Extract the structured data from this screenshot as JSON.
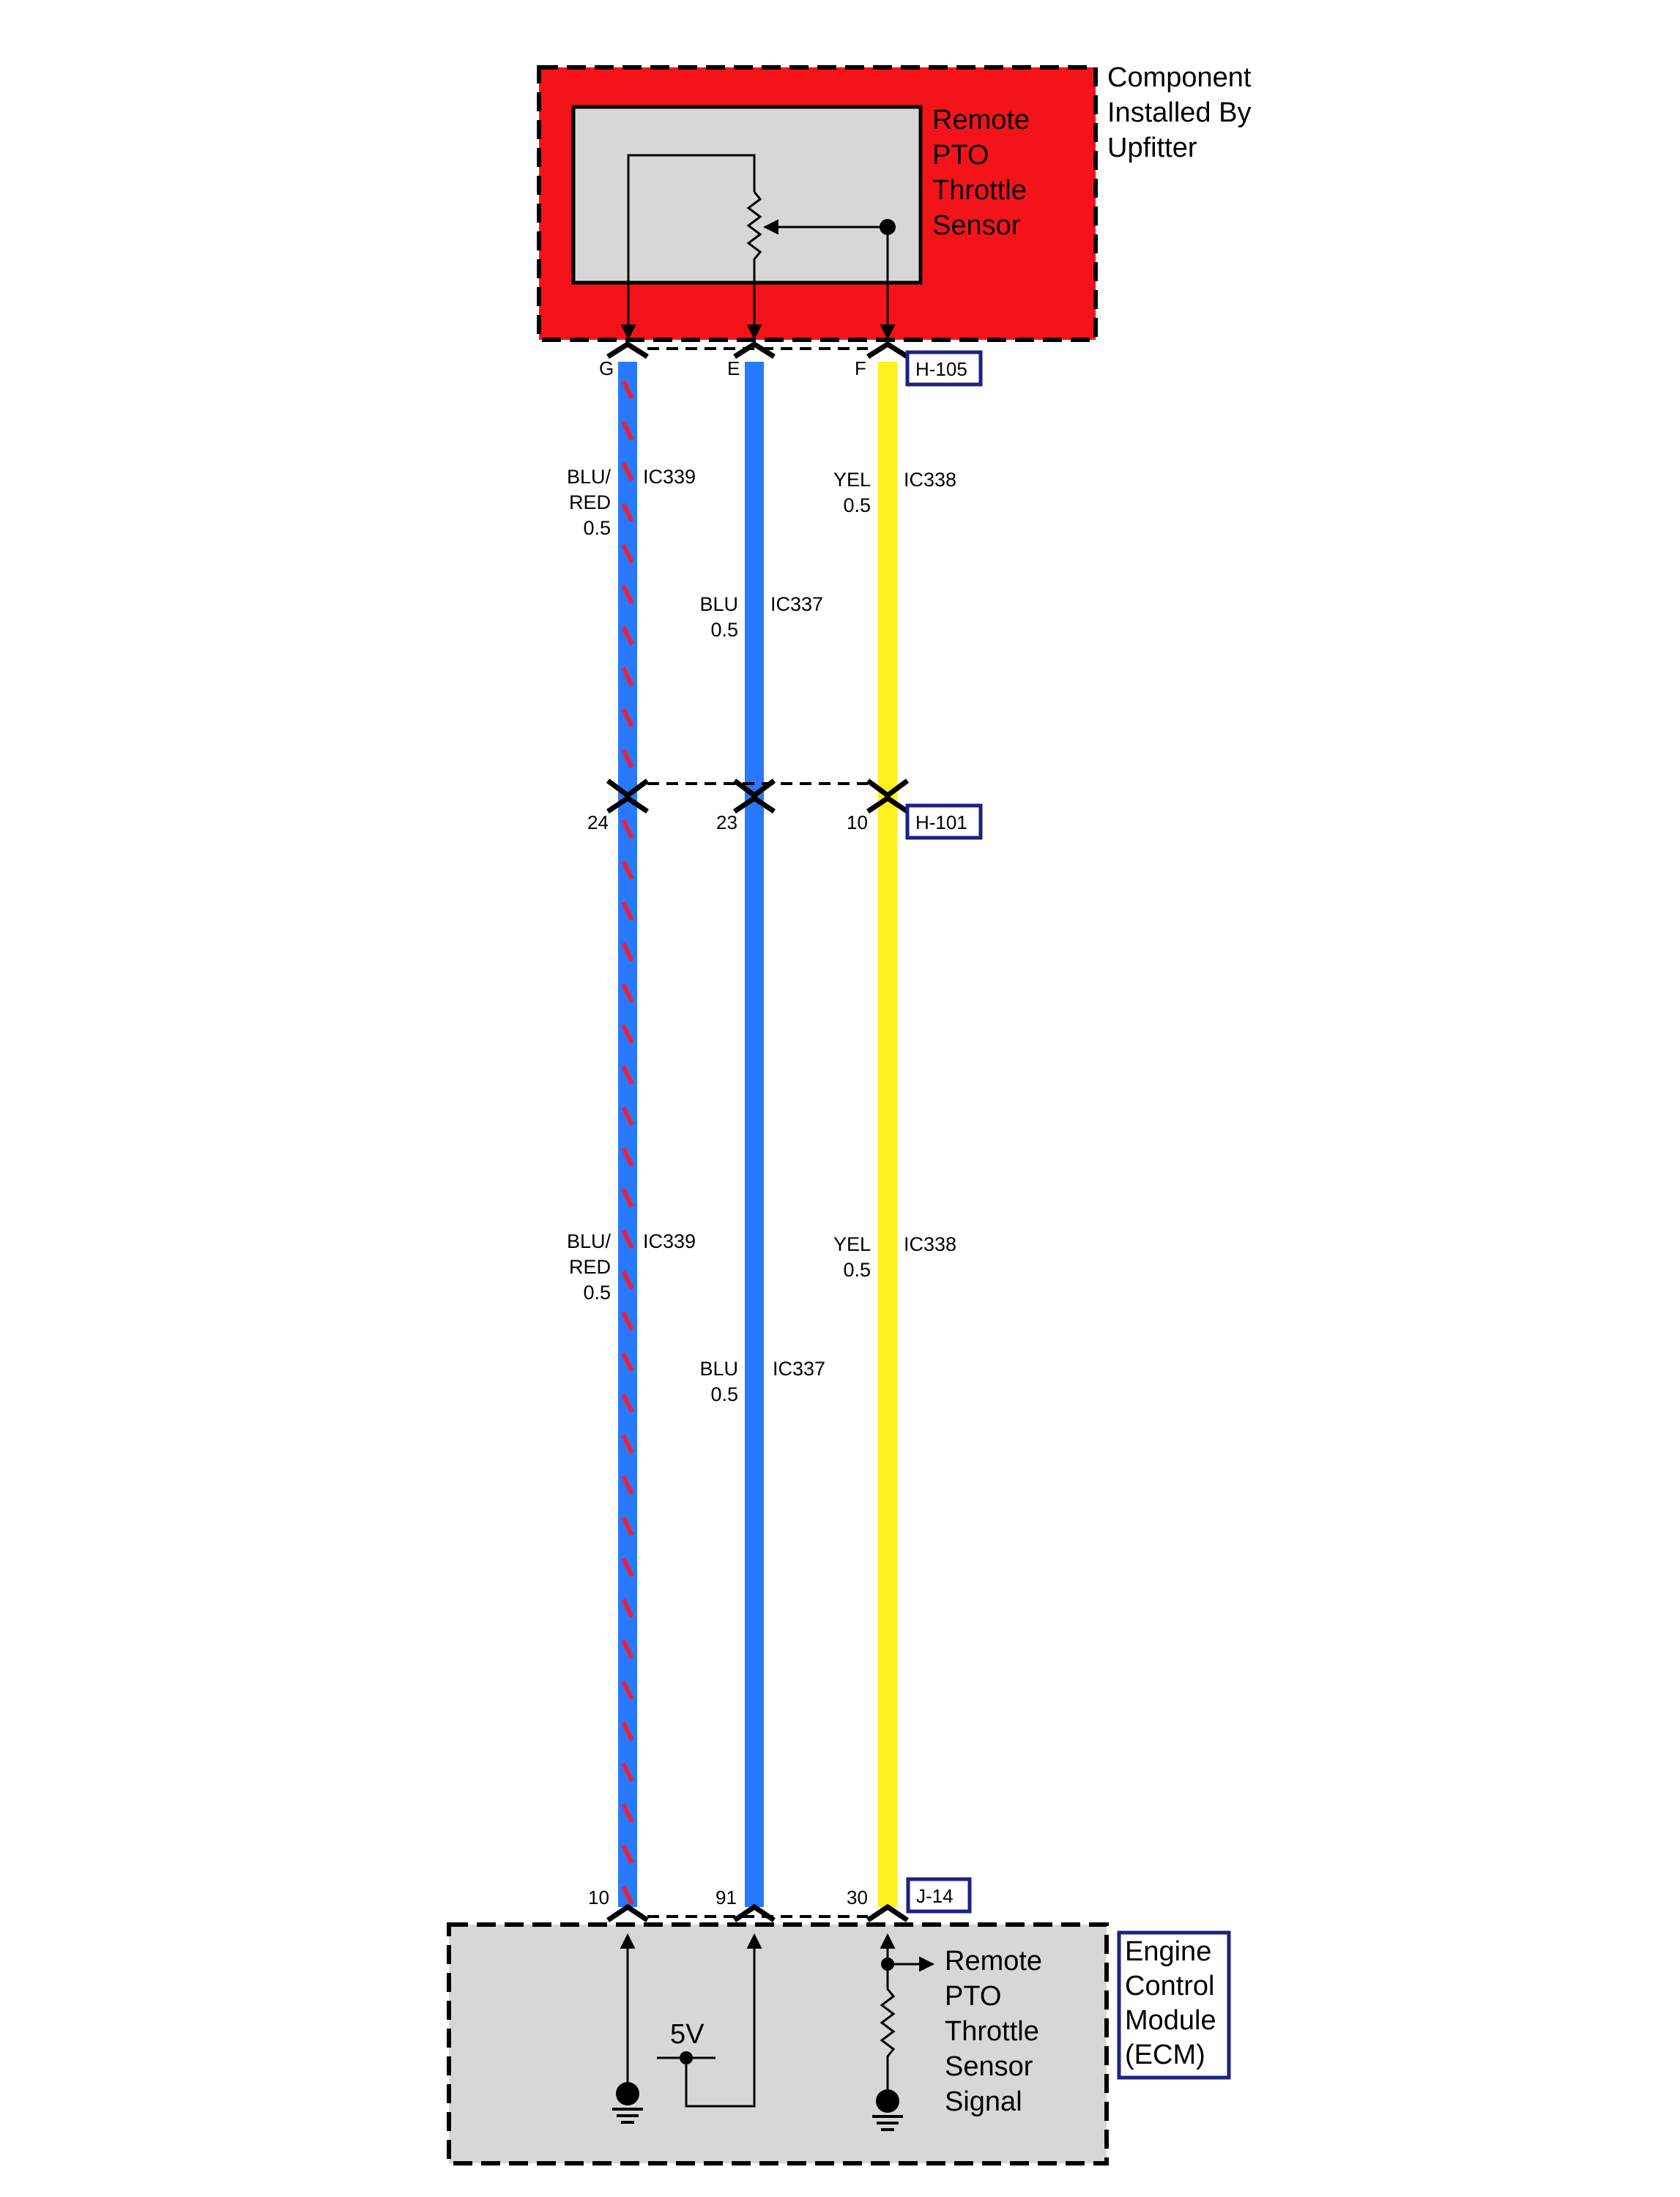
{
  "colors": {
    "upfitter_box": "#f5131a",
    "module_fill": "#d7d7d7",
    "wire_blue": "#2979ff",
    "wire_yellow": "#fff01e",
    "stripe_red": "#e6223a",
    "connector_border": "#1c2280"
  },
  "upfitter_note": [
    "Component",
    "Installed By",
    "Upfitter"
  ],
  "sensor": {
    "name": [
      "Remote",
      "PTO",
      "Throttle",
      "Sensor"
    ]
  },
  "connectors": [
    {
      "id": "H-105",
      "pins": [
        "G",
        "E",
        "F"
      ]
    },
    {
      "id": "H-101",
      "pins": [
        "24",
        "23",
        "10"
      ]
    },
    {
      "id": "J-14",
      "pins": [
        "10",
        "91",
        "30"
      ]
    }
  ],
  "wires": [
    {
      "circuit": "IC339",
      "color_lines": [
        "BLU/",
        "RED",
        "0.5"
      ]
    },
    {
      "circuit": "IC337",
      "color_lines": [
        "BLU",
        "0.5"
      ]
    },
    {
      "circuit": "IC338",
      "color_lines": [
        "YEL",
        "0.5"
      ]
    }
  ],
  "ecm": {
    "name": [
      "Engine",
      "Control",
      "Module",
      "(ECM)"
    ],
    "reference_voltage": "5V",
    "signal_name": [
      "Remote",
      "PTO",
      "Throttle",
      "Sensor",
      "Signal"
    ]
  }
}
